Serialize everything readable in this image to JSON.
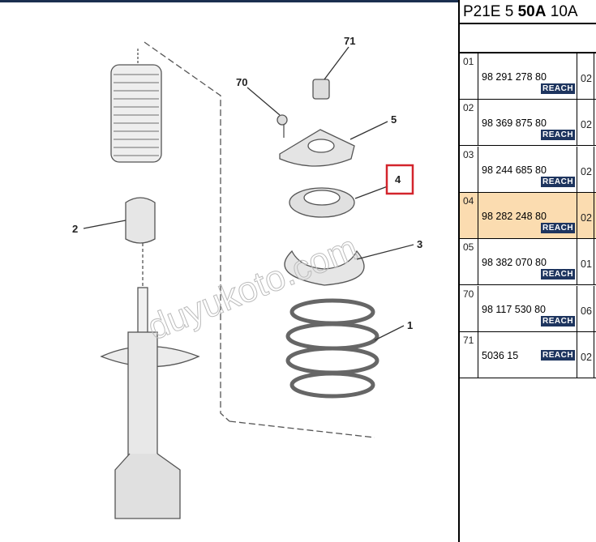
{
  "header": {
    "code_prefix": "P21E 5 ",
    "code_bold": "50A",
    "code_suffix": " 10A"
  },
  "diagram": {
    "callouts": [
      "71",
      "70",
      "5",
      "4",
      "2",
      "3",
      "1"
    ],
    "highlighted": "4",
    "watermark": "duyukoto.com"
  },
  "parts": [
    {
      "ref": "01",
      "part_number": "98 291 278 80",
      "qty": "02",
      "badge": "REACH"
    },
    {
      "ref": "02",
      "part_number": "98 369 875 80",
      "qty": "02",
      "badge": "REACH"
    },
    {
      "ref": "03",
      "part_number": "98 244 685 80",
      "qty": "02",
      "badge": "REACH"
    },
    {
      "ref": "04",
      "part_number": "98 282 248 80",
      "qty": "02",
      "badge": "REACH",
      "selected": true
    },
    {
      "ref": "05",
      "part_number": "98 382 070 80",
      "qty": "01",
      "badge": "REACH"
    },
    {
      "ref": "70",
      "part_number": "98 117 530 80",
      "qty": "06",
      "badge": "REACH"
    },
    {
      "ref": "71",
      "part_number": "5036 15",
      "qty": "02",
      "badge": "REACH"
    }
  ]
}
